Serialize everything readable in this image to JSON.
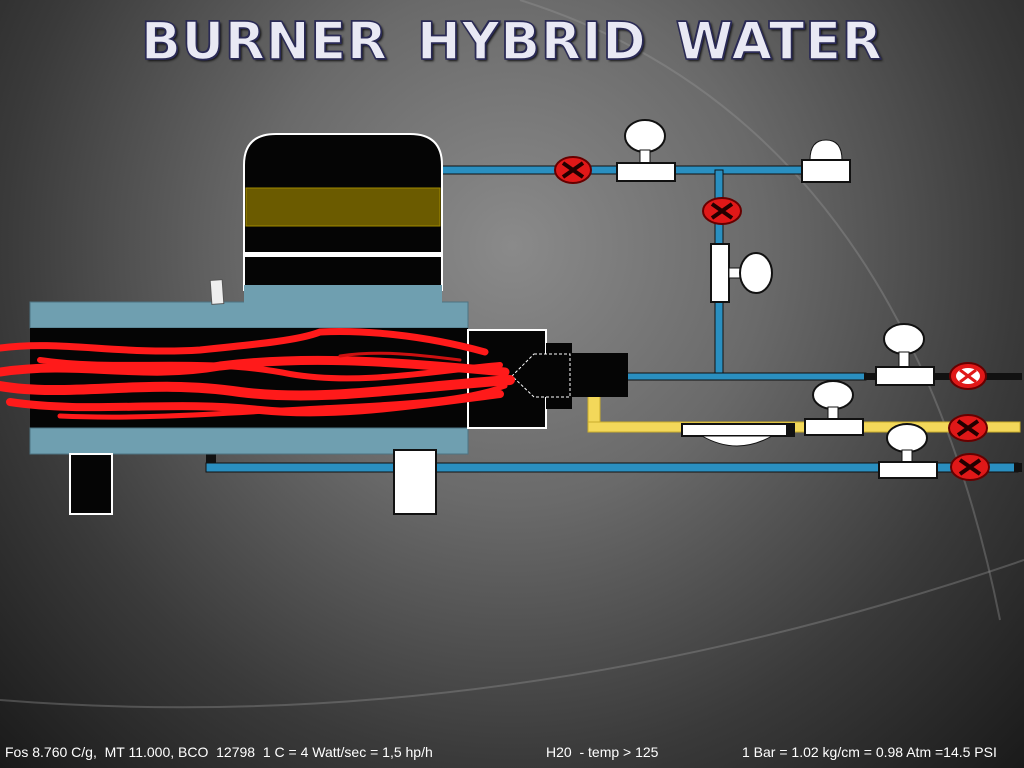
{
  "title": "BURNER  HYBRID  WATER",
  "footer": {
    "left": "Fos 8.760 C/g,  MT 11.000, BCO  12798  1 C = 4 Watt/sec = 1,5 hp/h",
    "middle": "H20  - temp > 125",
    "right": "1 Bar = 1.02 kg/cm = 0.98 Atm =14.5 PSI"
  },
  "colors": {
    "water_pipe": "#2a8fc0",
    "fuel_pipe": "#f3d85a",
    "flame": "#ff1a1a",
    "shell": "#6f9fb0",
    "valve": "#e01818"
  }
}
